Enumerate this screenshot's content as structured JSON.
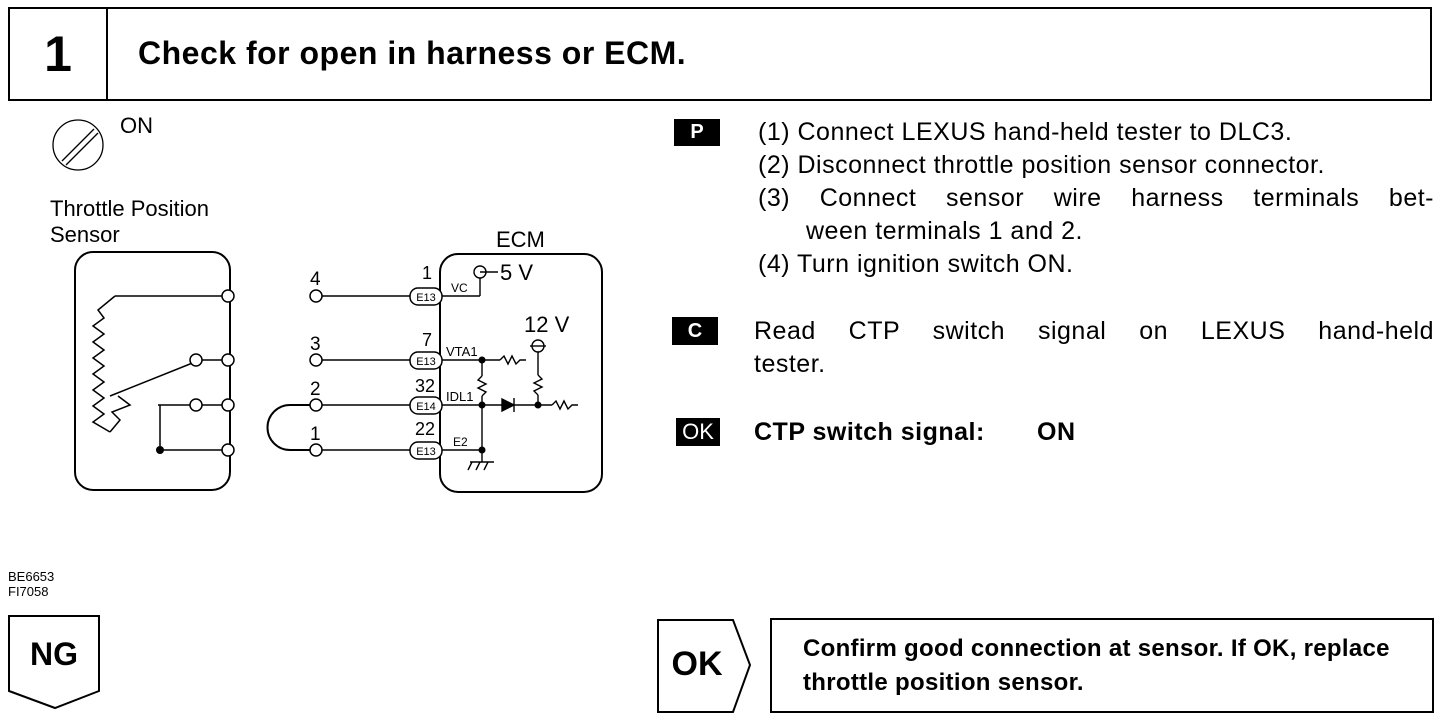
{
  "step": {
    "number": "1",
    "title": "Check for open in harness or ECM."
  },
  "ignition": {
    "label": "ON"
  },
  "sensor": {
    "label_line1": "Throttle Position",
    "label_line2": "Sensor"
  },
  "ecm": {
    "label": "ECM",
    "supply_5v": "5 V",
    "supply_12v": "12 V",
    "connectors": [
      "E13",
      "E13",
      "E14",
      "E13"
    ],
    "pin_numbers": [
      "1",
      "7",
      "32",
      "22"
    ],
    "signals": [
      "VC",
      "VTA1",
      "IDL1",
      "E2"
    ]
  },
  "sensor_terminals": [
    "4",
    "3",
    "2",
    "1"
  ],
  "preparation": {
    "badge": "P",
    "steps": [
      "(1) Connect LEXUS hand-held tester to DLC3.",
      "(2) Disconnect throttle position sensor connector.",
      "(3) Connect sensor wire harness terminals bet-",
      "ween terminals 1 and 2.",
      "(4) Turn ignition switch ON."
    ]
  },
  "check": {
    "badge": "C",
    "line1": "Read CTP switch signal on LEXUS hand-held",
    "line2": "tester."
  },
  "result": {
    "badge": "OK",
    "label": "CTP switch signal:",
    "value": "ON"
  },
  "codes": [
    "BE6653",
    "FI7058"
  ],
  "ng": {
    "label": "NG"
  },
  "ok_action": {
    "label": "OK",
    "text": "Confirm good connection at sensor. If OK, replace throttle position sensor."
  }
}
